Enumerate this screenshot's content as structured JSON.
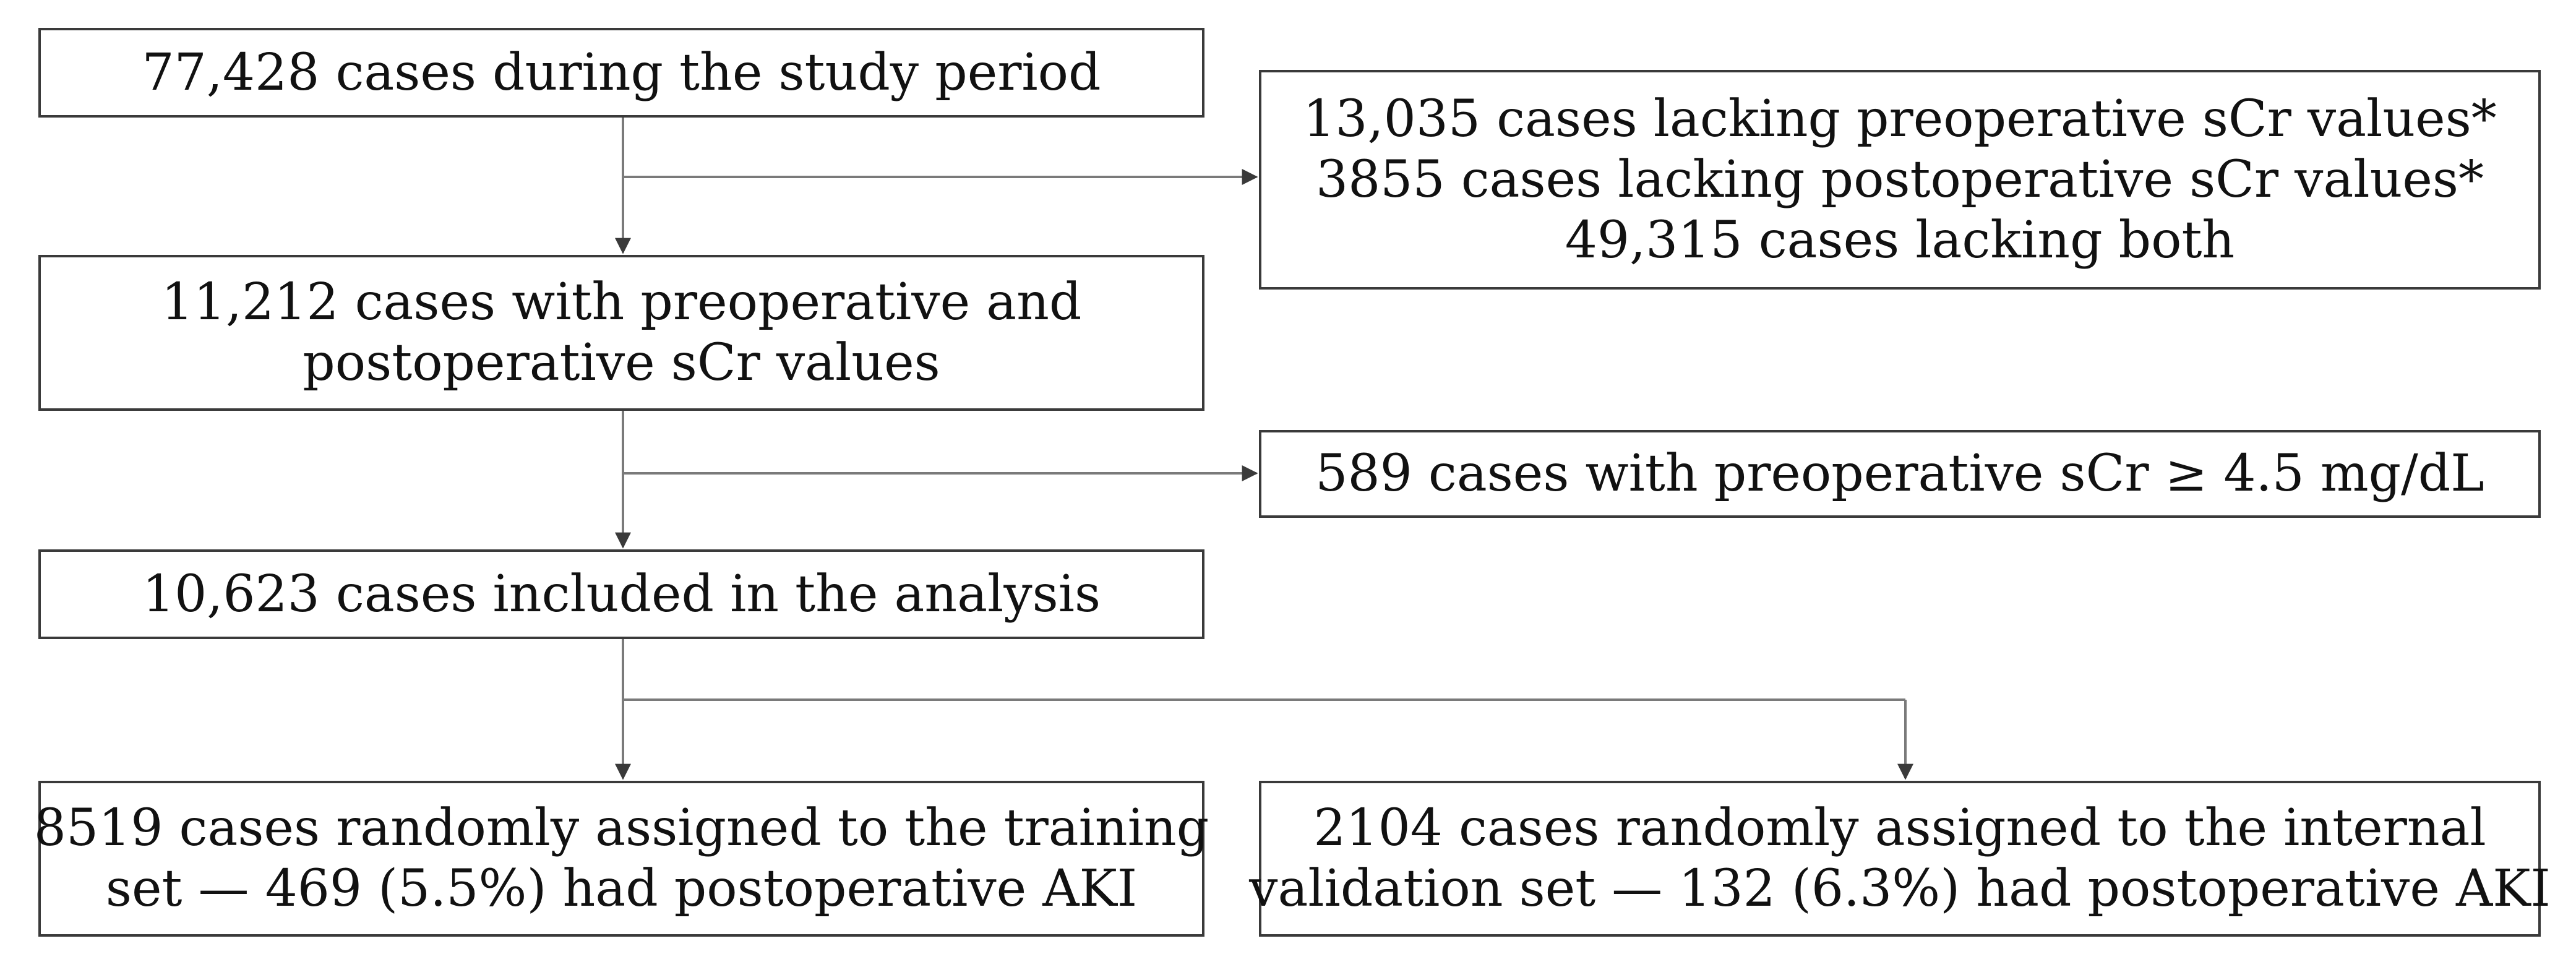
{
  "flowchart": {
    "total": {
      "lines": [
        "77,428 cases during the study period"
      ]
    },
    "exclusion_missing_scr": {
      "lines": [
        "13,035 cases lacking preoperative sCr values*",
        "3855 cases lacking postoperative sCr values*",
        "49,315 cases lacking both"
      ]
    },
    "with_both_scr": {
      "lines": [
        "11,212 cases with preoperative and",
        "postoperative sCr values"
      ]
    },
    "exclusion_high_scr": {
      "lines": [
        "589 cases with preoperative sCr ≥ 4.5 mg/dL"
      ]
    },
    "included": {
      "lines": [
        "10,623 cases included in the analysis"
      ]
    },
    "training_set": {
      "lines": [
        "8519 cases randomly assigned to the training",
        "set — 469 (5.5%) had postoperative AKI"
      ]
    },
    "validation_set": {
      "lines": [
        "2104 cases randomly assigned to the internal",
        "validation set — 132 (6.3%) had postoperative AKI"
      ]
    }
  }
}
